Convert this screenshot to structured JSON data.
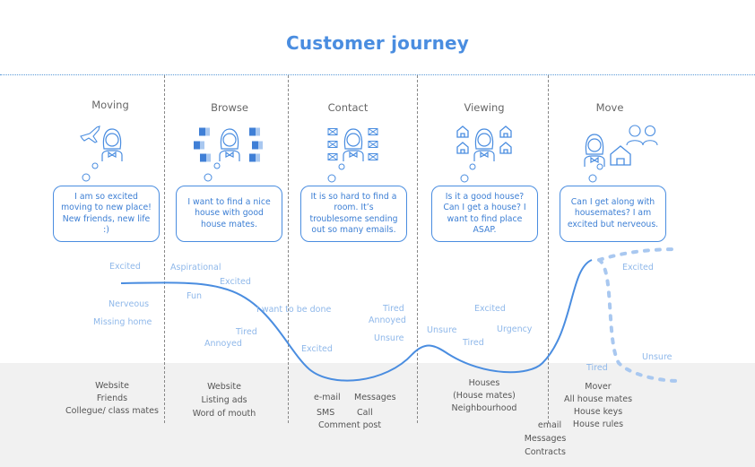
{
  "title": "Customer journey",
  "colors": {
    "accent": "#4a8de0",
    "emotion_text": "#8fb8ea",
    "touchpoint_text": "#555555",
    "band": "#f1f1f1"
  },
  "stages": [
    {
      "name": "Moving",
      "icon": "woman-with-airplane",
      "thought": "I am so excited moving to new place! New friends, new life :)",
      "emotions": [
        "Excited",
        "Nerveous",
        "Missing home"
      ],
      "touchpoints": [
        "Website",
        "Friends",
        "Collegue/ class mates"
      ]
    },
    {
      "name": "Browse",
      "icon": "woman-with-listings",
      "thought": "I want to find a nice house with good house mates.",
      "emotions": [
        "Aspirational",
        "Excited",
        "Fun",
        "I want to be done",
        "Tired",
        "Annoyed"
      ],
      "touchpoints": [
        "Website",
        "Listing ads",
        "Word of mouth"
      ]
    },
    {
      "name": "Contact",
      "icon": "woman-with-envelopes",
      "thought": "It is so hard to find a room. It’s troublesome sending out so many emails.",
      "emotions": [
        "Excited",
        "Tired",
        "Annoyed",
        "Unsure"
      ],
      "touchpoints": [
        "e-mail",
        "Messages",
        "SMS",
        "Call",
        "Comment post"
      ]
    },
    {
      "name": "Viewing",
      "icon": "woman-with-houses",
      "thought": "Is it a good house? Can I get a house? I want to find place ASAP.",
      "emotions": [
        "Unsure",
        "Excited",
        "Tired",
        "Urgency"
      ],
      "touchpoints": [
        "Houses",
        "(House mates)",
        "Neighbourhood"
      ],
      "extra_touchpoints": [
        "email",
        "Messages",
        "Contracts"
      ]
    },
    {
      "name": "Move",
      "icon": "woman-house-housemates",
      "thought": "Can I get along with housemates? I am excited but nerveous.",
      "emotions": [
        "Excited",
        "Unsure",
        "Tired"
      ],
      "touchpoints": [
        "Mover",
        "All house mates",
        "House keys",
        "House rules"
      ]
    }
  ]
}
